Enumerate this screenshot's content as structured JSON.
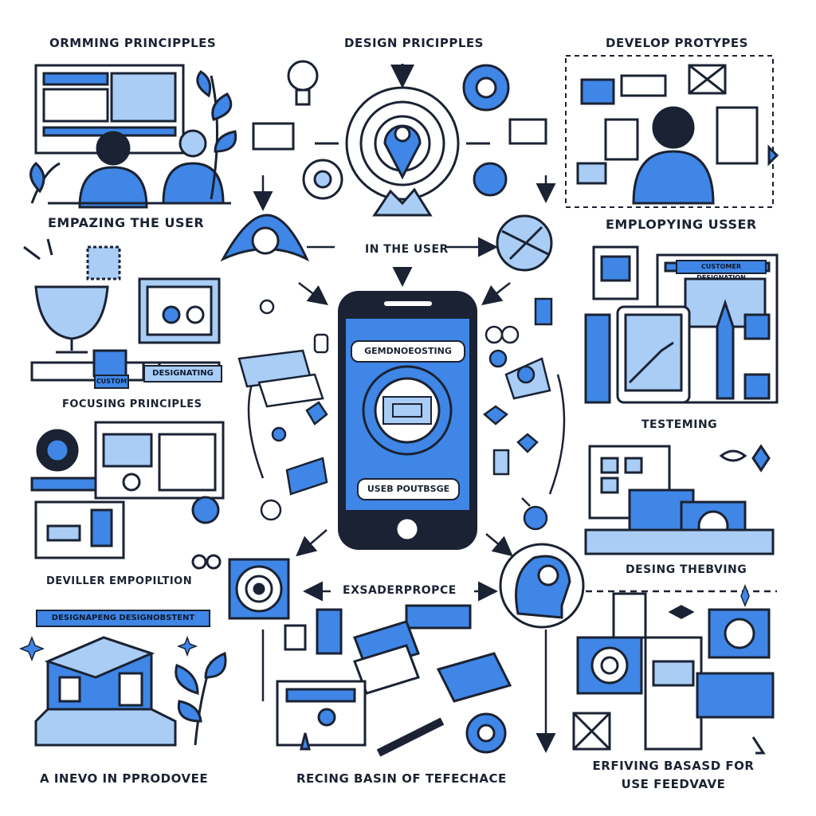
{
  "colors": {
    "accent": "#3f86e6",
    "accent_light": "#a9cdf5",
    "ink": "#1a2233",
    "background": "#ffffff"
  },
  "labels": {
    "top_left": "ORMMING PRINCIPPLES",
    "top_center": "DESIGN PRICIPPLES",
    "top_right": "DEVELOP PROTYPES",
    "left_upper": "EMPAZING THE USER",
    "center_upper": "IN THE USER",
    "right_upper": "EMPLOPYING USSER",
    "left_middle": "FOCUSING PRINCIPLES",
    "right_middle": "TESTEMING",
    "left_lower": "DEVILLER EMPOPILTION",
    "center_lower": "EXSADERPROPCE",
    "right_lower": "DESING THEBVING",
    "bottom_left": "A INEVO  IN PPRODOVEE",
    "bottom_center": "RECING BASIN OF TEFECHACE",
    "bottom_right_1": "ERFIVING BASASD FOR",
    "bottom_right_2": "USE FEEDVAVE"
  },
  "phone": {
    "top_button": "GEMDNOEOSTING",
    "bottom_button": "USEB POUTBSGE"
  },
  "tags": {
    "banner": "DESIGNAPENG DESIGNOBSTENT",
    "monitor_caption": "DESIGNATING",
    "cup_caption": "CUSTOM",
    "card_header": "CUSTOMER DESIGNATION"
  }
}
